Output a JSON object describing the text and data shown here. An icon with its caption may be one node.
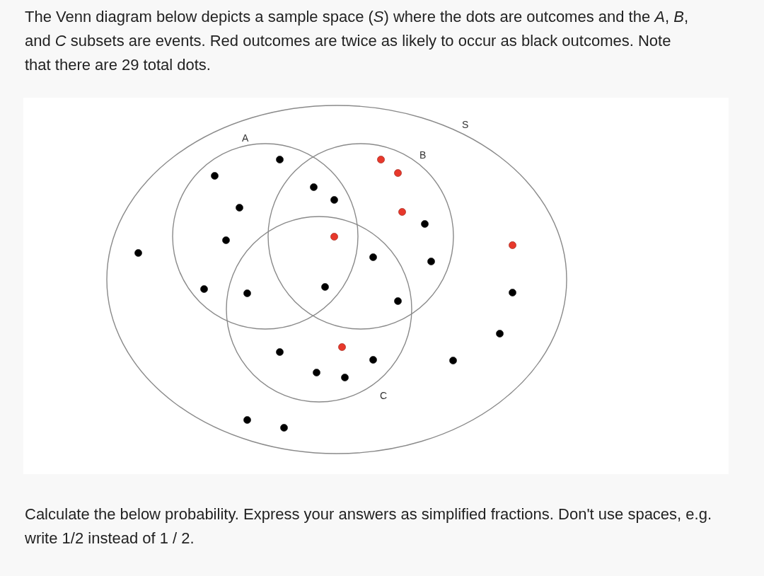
{
  "diagram": {
    "nodes": [
      {
        "text": [
          "S"
        ]
      },
      {
        "text": [
          "A"
        ],
        "in": 0
      },
      {
        "text": [
          "B"
        ],
        "in": 0
      },
      {
        "text": [
          "C"
        ],
        "in": 0
      }
    ],
    "labels": [
      "The Venn diagram below depicts a sample space (*S*) where the dots are outcomes and the *A*, *B*, and *C* subsets are events. Red outcomes are twice as likely to occur as black outcomes. Note that there are 29 total dots.",
      "Calculate the below probability. Express your answers as simplified fractions. Don't use spaces, e.g. write 1/2 instead of 1 / 2."
    ]
  }
}
